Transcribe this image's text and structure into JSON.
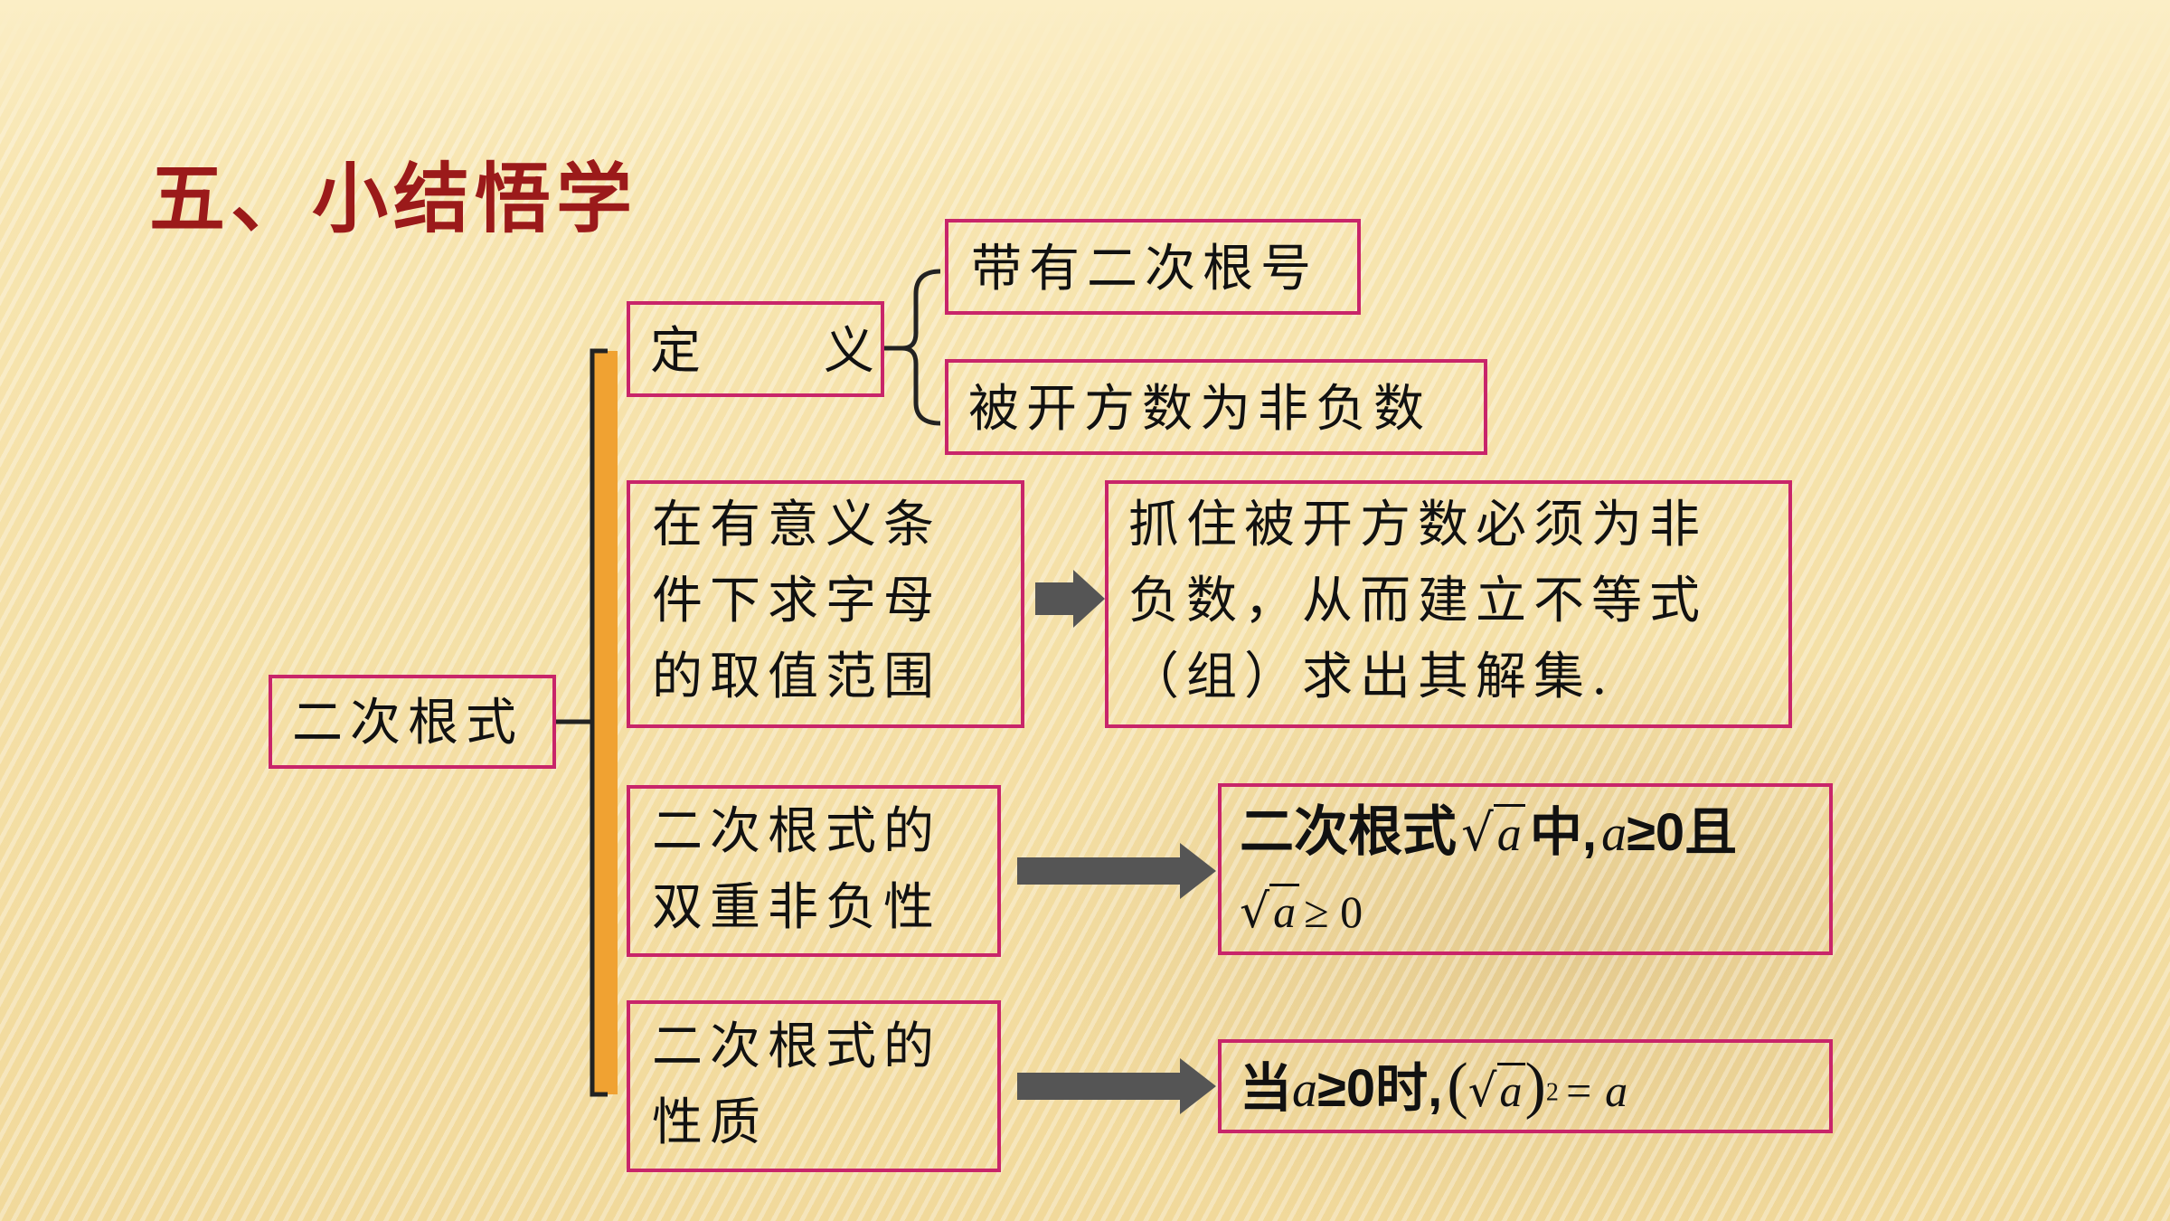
{
  "title": "五、小结悟学",
  "root": "二次根式",
  "definition": {
    "label": "定　　义",
    "items": [
      "带有二次根号",
      "被开方数为非负数"
    ]
  },
  "range": {
    "label_lines": [
      "在有意义条",
      "件下求字母",
      "的取值范围"
    ],
    "result_lines": [
      "抓住被开方数必须为非",
      "负数，从而建立不等式",
      "（组）求出其解集."
    ]
  },
  "nonnegativity": {
    "label_lines": [
      "二次根式的",
      "双重非负性"
    ],
    "result_prefix": "二次根式",
    "result_var": "a",
    "result_middle": "中,",
    "result_cond": "≥0且",
    "result_line2": "≥ 0"
  },
  "property": {
    "label_lines": [
      "二次根式的",
      "性质"
    ],
    "result_prefix": "当",
    "result_var": "a",
    "result_cond": "≥0时,",
    "result_exp": "2",
    "result_eq": "= a"
  },
  "colors": {
    "box_border": "#c8256a",
    "title": "#9b1a1a",
    "brace": "#f0a232",
    "arrow": "#555555"
  }
}
